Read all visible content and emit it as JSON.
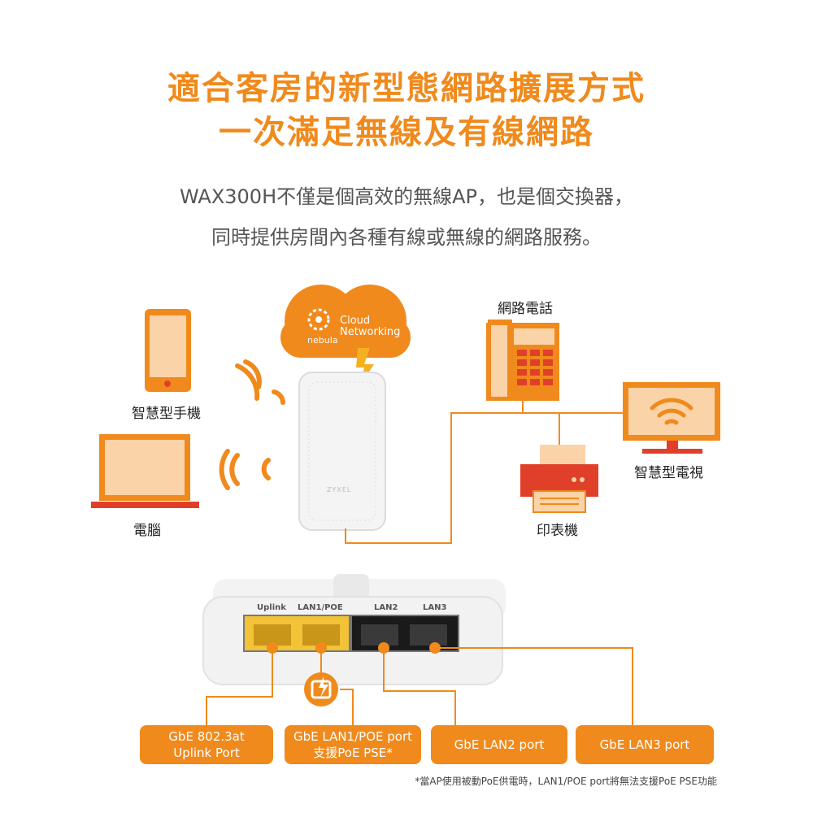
{
  "heading": {
    "line1": "適合客房的新型態網路擴展方式",
    "line2": "一次滿足無線及有線網路"
  },
  "description": {
    "line1": "WAX300H不僅是個高效的無線AP，也是個交換器，",
    "line2": "同時提供房間內各種有線或無線的網路服務。"
  },
  "cloud": {
    "brand": "nebula",
    "line1": "Cloud",
    "line2": "Networking"
  },
  "device_brand": "ZYXEL",
  "devices": {
    "smartphone": "智慧型手機",
    "computer": "電腦",
    "voip_phone": "網路電話",
    "smart_tv": "智慧型電視",
    "printer": "印表機"
  },
  "ports": {
    "uplink": "Uplink",
    "lan1": "LAN1/POE",
    "lan2": "LAN2",
    "lan3": "LAN3"
  },
  "port_descriptions": [
    {
      "line1": "GbE 802.3at",
      "line2": "Uplink Port"
    },
    {
      "line1": "GbE LAN1/POE port",
      "line2": "支援PoE PSE*"
    },
    {
      "line1": "GbE LAN2 port",
      "line2": ""
    },
    {
      "line1": "GbE LAN3 port",
      "line2": ""
    }
  ],
  "footnote": "*當AP使用被動PoE供電時，LAN1/POE port將無法支援PoE PSE功能",
  "colors": {
    "accent": "#f08a1c",
    "red": "#e0402a",
    "peach": "#fbd3a8",
    "uplink_yellow": "#f2c237"
  }
}
